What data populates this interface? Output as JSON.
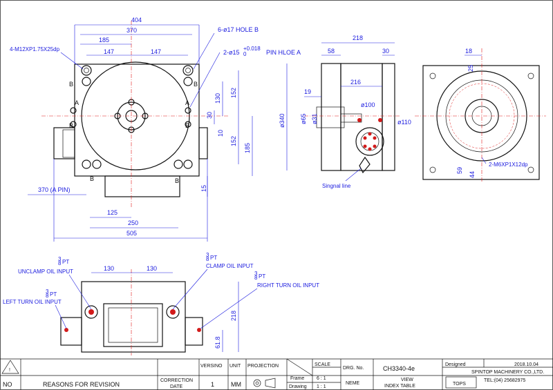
{
  "colors": {
    "ink": "#111111",
    "dimension": "#1a1adf",
    "centerline": "#e01818",
    "accent": "#d21a1a"
  },
  "top_view": {
    "dims": {
      "d404": "404",
      "d370": "370",
      "d185": "185",
      "d147a": "147",
      "d147b": "147",
      "d125": "125",
      "d250": "250",
      "d505": "505",
      "d130": "130",
      "d152a": "152",
      "d30": "30",
      "d10": "10",
      "d152b": "152",
      "d185v": "185",
      "d15": "15",
      "pin_span": "370 (A PIN)"
    },
    "callouts": {
      "tap": "4-M12XP1.75X25dp",
      "hole_b": "6-ø17 HOLE B",
      "pin_a_prefix": "2-ø15",
      "pin_a_tol_upper": "+0.018",
      "pin_a_tol_lower": "0",
      "pin_a_suffix": "PIN HLOE A"
    },
    "letters": {
      "a": "A",
      "b": "B"
    }
  },
  "side_view": {
    "dims": {
      "d218": "218",
      "d58": "58",
      "d30": "30",
      "d216": "216",
      "d19": "19",
      "d100": "ø100",
      "d110": "ø110",
      "d340": "ø340",
      "d65": "ø65",
      "d31": "ø31"
    },
    "signal_label": "Singnal line"
  },
  "right_view": {
    "dims": {
      "d18": "18",
      "d25": "25",
      "d59": "59",
      "d44": "44"
    },
    "tap": "2-M6XP1X12dp"
  },
  "front_view": {
    "dims": {
      "d130a": "130",
      "d130b": "130",
      "d218": "218",
      "d61_8": "61.8"
    },
    "ports": {
      "unclamp": "UNCLAMP OIL INPUT",
      "clamp": "CLAMP OIL INPUT",
      "left_turn": "LEFT TURN OIL INPUT",
      "right_turn": "RIGHT TURN OIL INPUT",
      "thread_num": "3",
      "thread_den": "8",
      "thread_unit": "PT"
    }
  },
  "title_block": {
    "no": "NO",
    "reasons": "REASONS FOR REVISION",
    "correction": "CORRECTION",
    "date": "DATE",
    "versino_head": "VERSINO",
    "versino_val": "1",
    "unit_head": "UNIT",
    "unit_val": "MM",
    "projection": "PROJECTION",
    "scale_head": "SCALE",
    "frame": "Frame",
    "frame_val": "6 : 1",
    "drawing": "Drawing",
    "drawing_val": "1 : 1",
    "drg_no_label": "DRG. No.",
    "drg_no": "CH3340-4e",
    "neme": "NEME",
    "view_line1": "VIEW",
    "view_line2": "INDEX TABLE",
    "designed": "Designed",
    "date_val": "2018.10.04",
    "company": "SPINTOP MACHINERY CO.,LTD.",
    "tel": "TEL:(04) 25682975",
    "logo": "TOPS"
  }
}
